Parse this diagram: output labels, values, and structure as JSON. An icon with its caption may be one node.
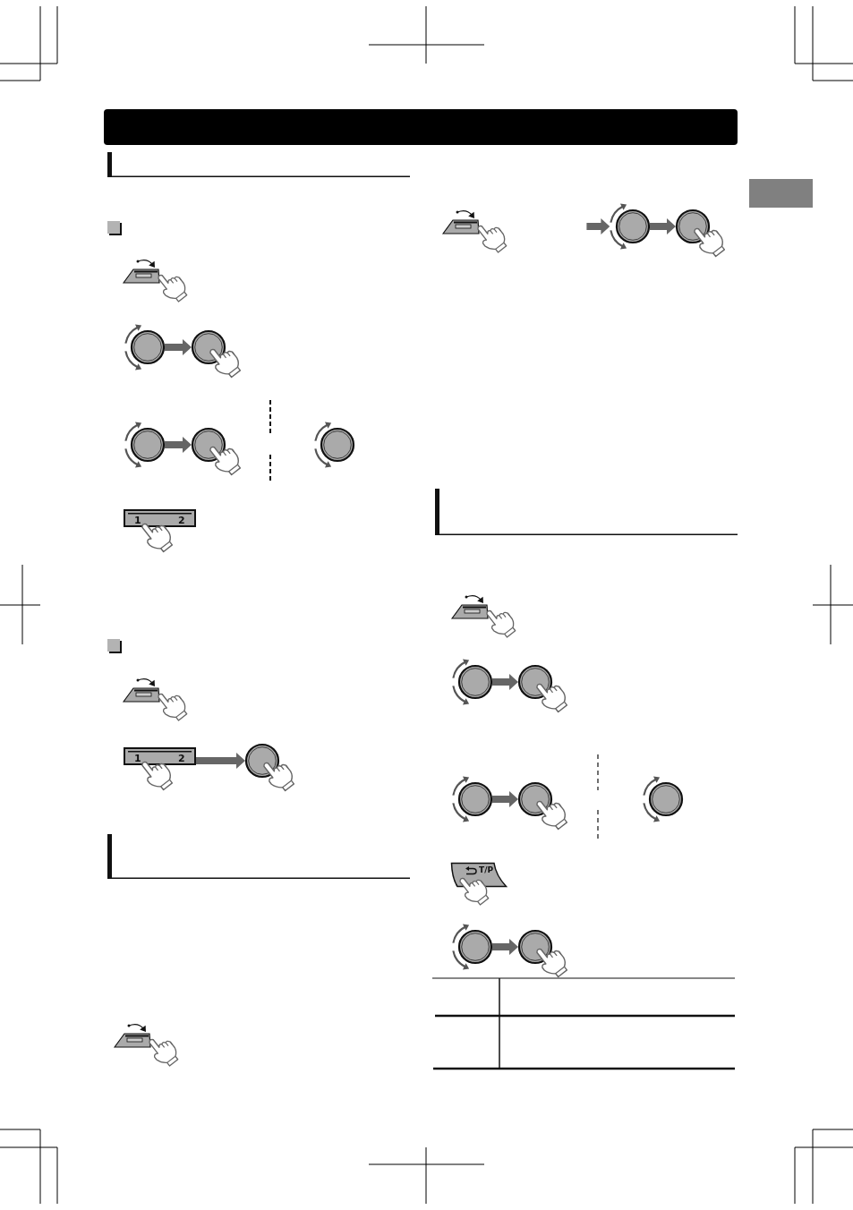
{
  "diagram": {
    "nodes": [
      {
        "text": [],
        "shape": "picture"
      },
      {
        "text": [],
        "shape": "picture"
      },
      {
        "text": [],
        "shape": "picture"
      },
      {
        "text": [],
        "shape": "picture"
      },
      {
        "text": [
          "1",
          "2"
        ]
      },
      {
        "text": [
          "1",
          "2"
        ]
      },
      {
        "text": [],
        "shape": "picture"
      },
      {
        "text": [],
        "shape": "picture"
      },
      {
        "text": [],
        "shape": "picture"
      },
      {
        "text": [],
        "shape": "picture"
      },
      {
        "text": [],
        "shape": "picture"
      },
      {
        "text": [],
        "shape": "picture"
      },
      {
        "text": [],
        "shape": "picture"
      },
      {
        "text": [
          "T/P"
        ]
      },
      {
        "text": [],
        "shape": "picture"
      },
      {
        "text": [],
        "shape": "picture"
      }
    ],
    "edges": [
      {
        "from": 0,
        "to": 1,
        "arrow": "to"
      },
      {
        "from": 2,
        "to": 3,
        "arrow": "to"
      },
      {
        "from": 5,
        "to": 6,
        "arrow": "to"
      },
      {
        "from": null,
        "to": 7,
        "arrow": "to"
      },
      {
        "from": 7,
        "to": 8,
        "arrow": "to"
      },
      {
        "from": 9,
        "to": 10,
        "arrow": "to"
      },
      {
        "from": 11,
        "to": 12,
        "arrow": "to"
      },
      {
        "from": 14,
        "to": 15,
        "arrow": "to"
      }
    ]
  }
}
